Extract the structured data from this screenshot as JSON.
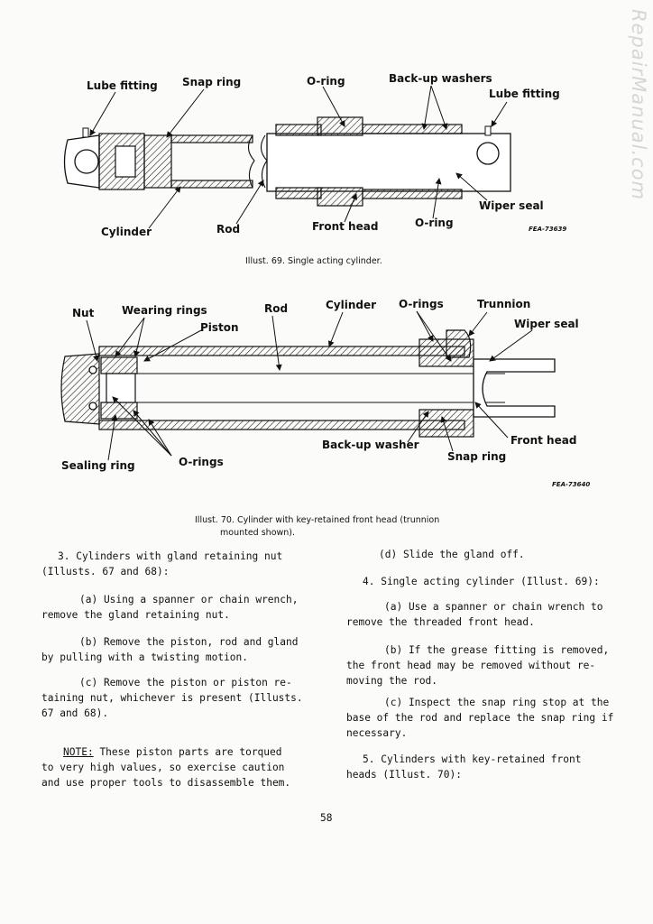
{
  "watermark": "RepairManual.com",
  "illust69": {
    "labels": {
      "lube_fitting_left": "Lube fitting",
      "snap_ring": "Snap ring",
      "o_ring_top": "O-ring",
      "backup_washers": "Back-up washers",
      "lube_fitting_right": "Lube fitting",
      "cylinder": "Cylinder",
      "rod": "Rod",
      "front_head": "Front head",
      "o_ring_bottom": "O-ring",
      "wiper_seal": "Wiper seal"
    },
    "code": "FEA-73639",
    "caption": "Illust. 69.  Single acting cylinder."
  },
  "illust70": {
    "labels": {
      "nut": "Nut",
      "wearing_rings": "Wearing rings",
      "piston": "Piston",
      "rod": "Rod",
      "cylinder": "Cylinder",
      "o_rings_top": "O-rings",
      "trunnion": "Trunnion",
      "wiper_seal": "Wiper seal",
      "front_head": "Front head",
      "backup_washer": "Back-up washer",
      "snap_ring": "Snap ring",
      "sealing_ring": "Sealing ring",
      "o_rings_bottom": "O-rings"
    },
    "code": "FEA-73640",
    "caption_line1": "Illust. 70.  Cylinder with key-retained front head (trunnion",
    "caption_line2": "mounted shown)."
  },
  "left_column": {
    "p1_l1": "3. Cylinders with gland retaining nut",
    "p1_l2": "(Illusts. 67 and 68):",
    "p2_l1": "(a) Using a spanner or chain wrench,",
    "p2_l2": "remove the gland retaining nut.",
    "p3_l1": "(b) Remove the piston, rod and gland",
    "p3_l2": "by pulling with a twisting motion.",
    "p4_l1": "(c) Remove the piston or piston re-",
    "p4_l2": "taining nut, whichever is present (Illusts.",
    "p4_l3": "67 and 68).",
    "note_label": "NOTE:",
    "note_l1": "These piston parts are torqued",
    "note_l2": "to very high values, so exercise caution",
    "note_l3": "and use proper tools to disassemble them."
  },
  "right_column": {
    "p1": "(d) Slide the gland off.",
    "p2": "4. Single acting cylinder (Illust. 69):",
    "p3_l1": "(a) Use a spanner or chain wrench to",
    "p3_l2": "remove the threaded front head.",
    "p4_l1": "(b) If the grease fitting is removed,",
    "p4_l2": "the front head may be removed without re-",
    "p4_l3": "moving the rod.",
    "p5_l1": "(c) Inspect the snap ring stop at the",
    "p5_l2": "base of the rod and replace the snap ring if",
    "p5_l3": "necessary.",
    "p6_l1": "5. Cylinders with key-retained front",
    "p6_l2": "heads (Illust. 70):"
  },
  "page_number": "58"
}
